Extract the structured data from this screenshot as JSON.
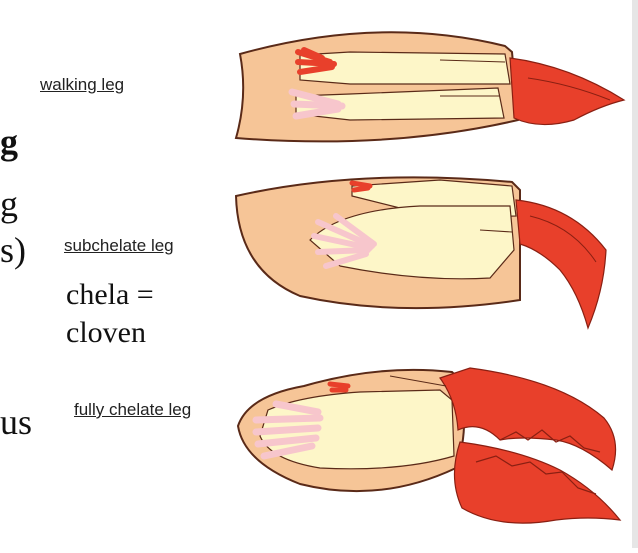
{
  "labels": {
    "walking": "walking leg",
    "subchelate": "subchelate leg",
    "fully_chelate": "fully chelate leg"
  },
  "note": {
    "line1": "chela =",
    "line2": "cloven"
  },
  "cut_text": {
    "t1": "g",
    "t2": "g",
    "t3": "s)",
    "t4": "us"
  },
  "colors": {
    "shell": "#f6c597",
    "inner": "#fdf6c8",
    "claw": "#e8402b",
    "muscle_pink": "#f7c6cc",
    "outline": "#5a2a18"
  }
}
